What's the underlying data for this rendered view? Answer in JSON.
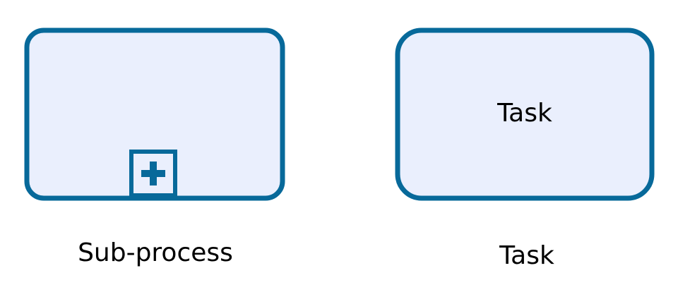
{
  "diagram": {
    "shapes": [
      {
        "id": "subprocess",
        "type": "collapsed-sub-process",
        "inner_text": "",
        "marker_icon": "plus-icon",
        "caption": "Sub-process"
      },
      {
        "id": "task",
        "type": "task",
        "inner_text": "Task",
        "caption": "Task"
      }
    ]
  },
  "colors": {
    "stroke": "#07699a",
    "fill": "#eaeffd",
    "text": "#000000",
    "background": "#ffffff"
  }
}
